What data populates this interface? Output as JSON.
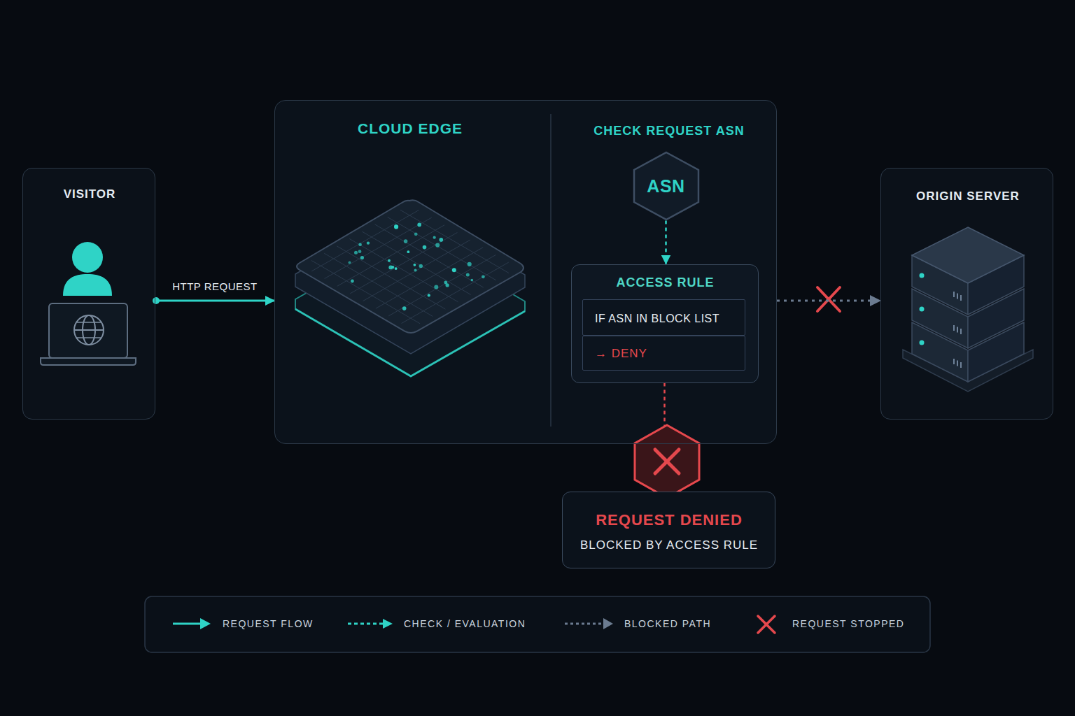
{
  "diagram": {
    "nodes": [
      {
        "text": [
          "VISITOR"
        ]
      },
      {
        "text": [
          "CLOUD EDGE",
          "CHECK REQUEST ASN"
        ]
      },
      {
        "text": [
          "ASN"
        ],
        "in": 1
      },
      {
        "text": [
          "ACCESS RULE"
        ],
        "in": 1
      },
      {
        "text": [
          "IF ASN IN BLOCK LIST"
        ],
        "in": 3
      },
      {
        "text": [
          "→ DENY"
        ],
        "in": 3
      },
      {
        "text": [
          "REQUEST DENIED",
          "BLOCKED BY ACCESS RULE"
        ]
      },
      {
        "text": [
          "ORIGIN SERVER"
        ]
      }
    ],
    "edges": [
      {
        "from": 0,
        "to": 1,
        "label": "HTTP REQUEST",
        "arrow": "to"
      },
      {
        "from": 2,
        "to": 3,
        "arrow": "to"
      },
      {
        "from": 3,
        "to": 6,
        "arrow": "none"
      },
      {
        "from": 1,
        "to": 7,
        "arrow": "to"
      }
    ],
    "legend": [
      {
        "text": "REQUEST FLOW"
      },
      {
        "text": "CHECK / EVALUATION"
      },
      {
        "text": "BLOCKED PATH"
      },
      {
        "text": "REQUEST STOPPED"
      }
    ]
  }
}
